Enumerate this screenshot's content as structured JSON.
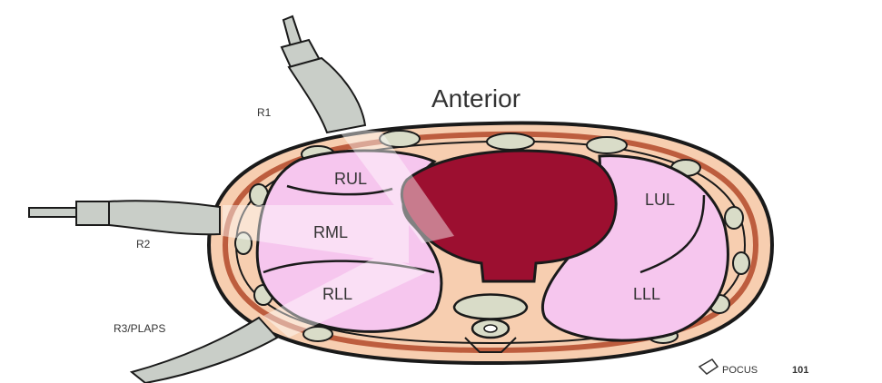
{
  "panel_marker": "",
  "diagram": {
    "orientation_label": "Anterior",
    "bottom_label": "",
    "lobes": {
      "rul": "RUL",
      "rml": "RML",
      "rll": "RLL",
      "lul": "LUL",
      "lll": "LLL"
    },
    "probes": {
      "r1": "R1",
      "r2": "R2",
      "r3": "R3/PLAPS"
    }
  },
  "branding": {
    "logo_text": "POCUS",
    "logo_number": "101"
  },
  "colors": {
    "lung_fill": "#f6c6ee",
    "heart_fill": "#9c0f30",
    "body_fill": "#f7ceb0",
    "rib_fill": "#d9dcc8",
    "muscle_fill": "#b3492a",
    "outline": "#1a1a1a",
    "probe_fill": "#c9cec8",
    "beam_fill": "#ffffff"
  }
}
